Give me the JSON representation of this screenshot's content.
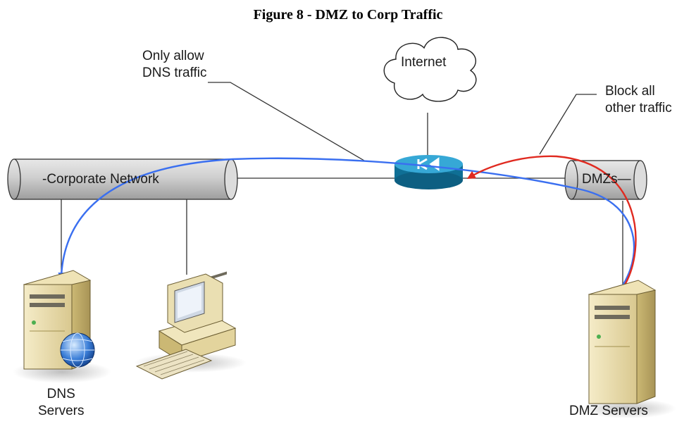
{
  "title": "Figure 8 - DMZ to Corp Traffic",
  "nodes": {
    "internet": "Internet",
    "corporate_network": "-Corporate Network",
    "dmzs": "DMZs—",
    "dns_servers": [
      "DNS",
      "Servers"
    ],
    "dmz_servers": "DMZ Servers"
  },
  "callouts": {
    "allow": [
      "Only allow",
      "DNS traffic"
    ],
    "block": [
      "Block all",
      "other traffic"
    ]
  },
  "colors": {
    "allowed_traffic": "#3a6ff0",
    "blocked_traffic": "#e02a20",
    "router": "#1d8fb8",
    "pipe": "#c9c9c9"
  },
  "icons": [
    "cloud-icon",
    "router-icon",
    "server-icon",
    "globe-icon",
    "workstation-icon",
    "keyboard-icon"
  ]
}
